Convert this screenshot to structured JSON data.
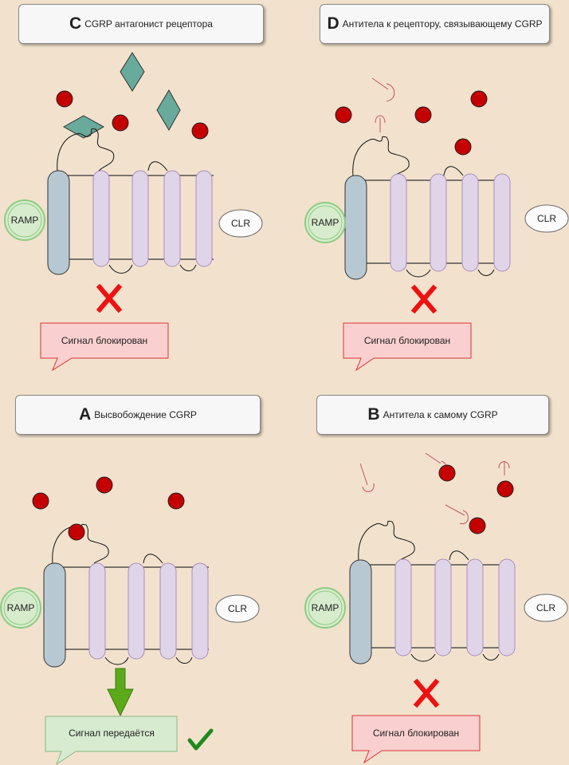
{
  "labels": {
    "ramp": "RAMP",
    "clr": "CLR",
    "blocked": "Сигнал блокирован",
    "transmitted": "Сигнал передаётся"
  },
  "panels": {
    "c": {
      "letter": "C",
      "title": "CGRP антагонист  рецептора"
    },
    "d": {
      "letter": "D",
      "title": "Антитела к рецептору, связывающему CGRP"
    },
    "a": {
      "letter": "A",
      "title": "Высвобождение CGRP"
    },
    "b": {
      "letter": "B",
      "title": "Антитела к  самому CGRP"
    }
  },
  "colors": {
    "background": "#f2e2cd",
    "cgrp": "#c40000",
    "antagonist": "#68aa9b",
    "receptor_clr": "#e0d5e8",
    "receptor_ramp": "#b8c8d3",
    "blocked_bg": "#f9d0cf",
    "transmit_bg": "#d7ebd0",
    "x_mark": "#ee1111",
    "check_mark": "#1c8a1c",
    "arrow": "#5aaa1a"
  }
}
